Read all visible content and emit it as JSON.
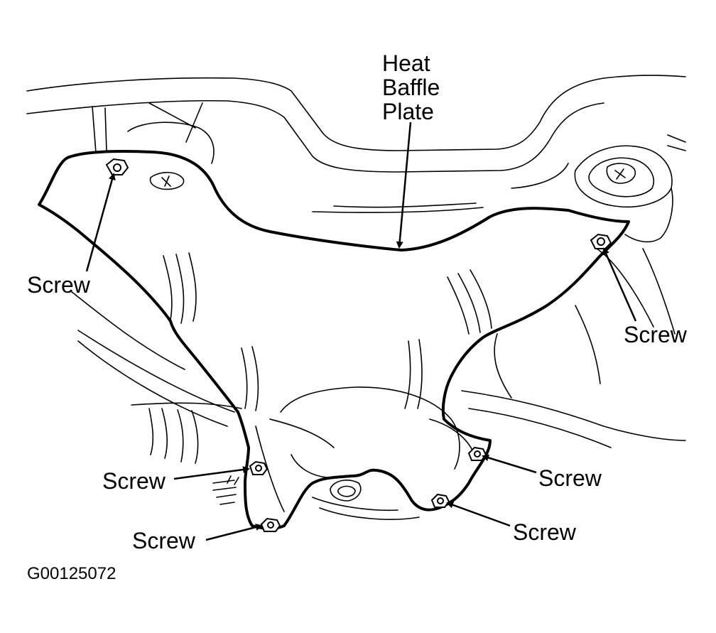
{
  "diagram": {
    "title_lines": [
      "Heat",
      "Baffle",
      "Plate"
    ],
    "screw_labels": {
      "top_left": "Screw",
      "right": "Screw",
      "lower_left_upper": "Screw",
      "lower_left_lower": "Screw",
      "lower_right_upper": "Screw",
      "lower_right_lower": "Screw"
    },
    "figure_id": "G00125072"
  },
  "colors": {
    "ink": "#000000",
    "background": "#ffffff"
  }
}
